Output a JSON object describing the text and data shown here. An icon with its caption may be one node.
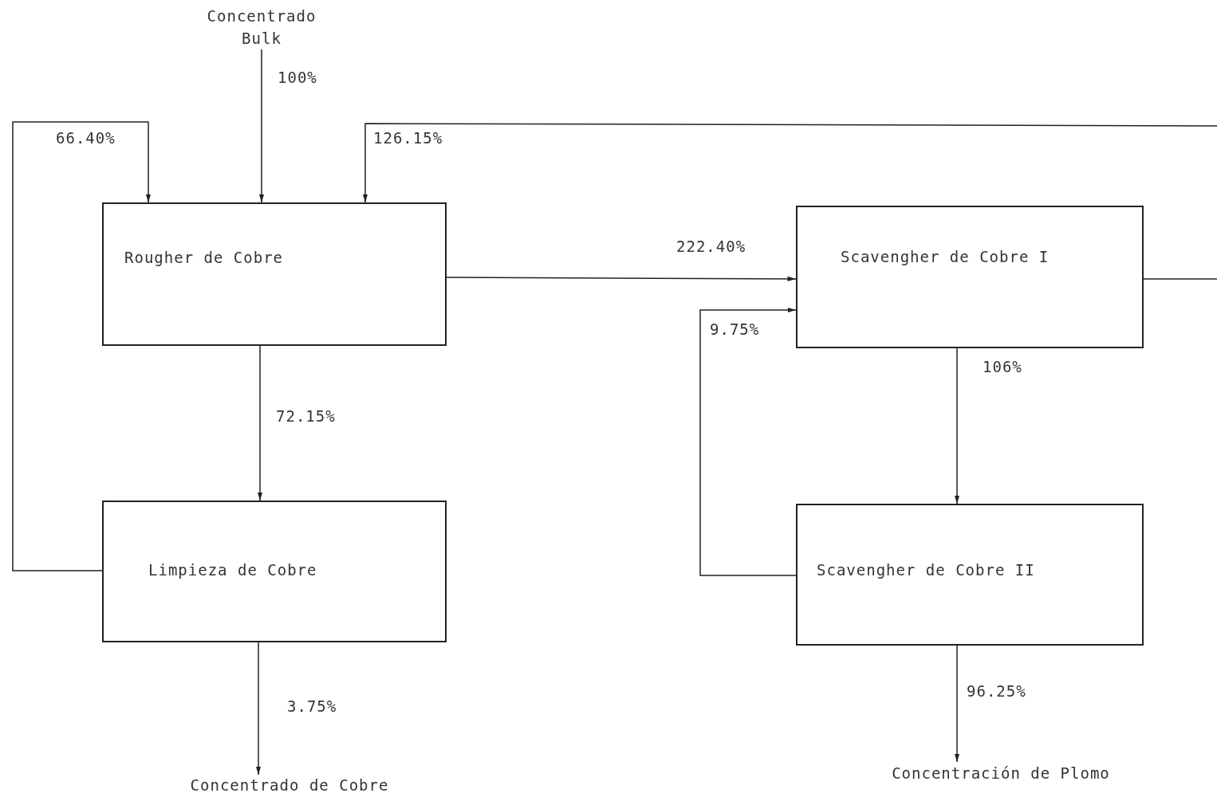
{
  "diagram": {
    "nodes": [
      {
        "text": [
          "Concentrado Bulk"
        ]
      },
      {
        "text": [
          "Rougher de Cobre"
        ]
      },
      {
        "text": [
          "Scavengher de Cobre I"
        ]
      },
      {
        "text": [
          "Limpieza de Cobre"
        ]
      },
      {
        "text": [
          "Scavengher de Cobre II"
        ]
      },
      {
        "text": [
          "Concentrado de Cobre"
        ]
      },
      {
        "text": [
          "Concentración de Plomo"
        ]
      }
    ],
    "edges": [
      {
        "from": 0,
        "to": 1,
        "arrow": "to",
        "label": "100%"
      },
      {
        "from": 3,
        "to": 1,
        "arrow": "to",
        "label": "66.40%"
      },
      {
        "from": null,
        "to": 1,
        "arrow": "to",
        "label": "126.15%"
      },
      {
        "from": 1,
        "to": 2,
        "arrow": "to",
        "label": "222.40%"
      },
      {
        "from": 1,
        "to": 3,
        "arrow": "to",
        "label": "72.15%"
      },
      {
        "from": 2,
        "to": 4,
        "arrow": "to",
        "label": "106%"
      },
      {
        "from": 4,
        "to": 2,
        "arrow": "to",
        "label": "9.75%"
      },
      {
        "from": 2,
        "to": null,
        "arrow": "none"
      },
      {
        "from": 3,
        "to": 5,
        "arrow": "to",
        "label": "3.75%"
      },
      {
        "from": 4,
        "to": 6,
        "arrow": "to",
        "label": "96.25%"
      }
    ]
  }
}
